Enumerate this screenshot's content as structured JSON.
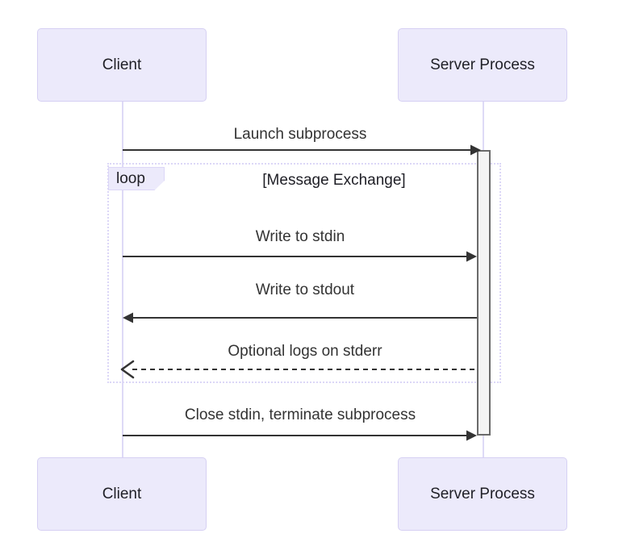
{
  "diagram": {
    "type": "sequence-diagram",
    "background_color": "#ffffff",
    "actor_fill": "#ECEAFB",
    "actor_border": "#D6D0F3",
    "lifeline_color": "#DEDAF6",
    "line_color": "#333333",
    "loop_border_color": "#DCD7F7",
    "activation_fill": "#F4F4F4",
    "activation_border": "#6A6A6A"
  },
  "actors": [
    {
      "id": "client",
      "label": "Client"
    },
    {
      "id": "server",
      "label": "Server Process"
    }
  ],
  "actors_bottom": [
    {
      "id": "client",
      "label": "Client"
    },
    {
      "id": "server",
      "label": "Server Process"
    }
  ],
  "fragment": {
    "kind": "loop",
    "tab_label": "loop",
    "title": "[Message Exchange]"
  },
  "messages": [
    {
      "index": 0,
      "label": "Launch subprocess",
      "from": "client",
      "to": "server",
      "direction": "right",
      "style": "solid",
      "arrowhead": "filled"
    },
    {
      "index": 1,
      "label": "Write to stdin",
      "from": "client",
      "to": "server",
      "direction": "right",
      "style": "solid",
      "arrowhead": "filled"
    },
    {
      "index": 2,
      "label": "Write to stdout",
      "from": "server",
      "to": "client",
      "direction": "left",
      "style": "solid",
      "arrowhead": "filled"
    },
    {
      "index": 3,
      "label": "Optional logs on stderr",
      "from": "server",
      "to": "client",
      "direction": "left",
      "style": "dashed",
      "arrowhead": "open"
    },
    {
      "index": 4,
      "label": "Close stdin, terminate subprocess",
      "from": "client",
      "to": "server",
      "direction": "right",
      "style": "solid",
      "arrowhead": "filled"
    }
  ]
}
